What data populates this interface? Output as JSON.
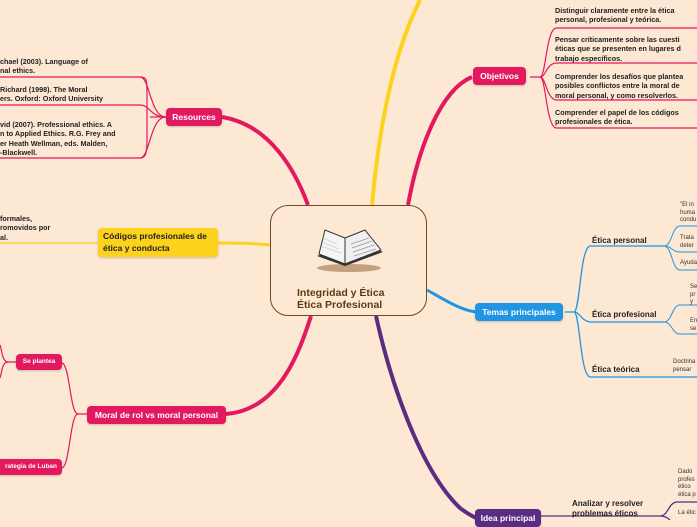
{
  "central": {
    "title_line1": "Integridad y Ética",
    "title_line2": "Ética Profesional",
    "icon": "open-book-icon"
  },
  "colors": {
    "background": "#fde8d3",
    "pink": "#e3195f",
    "blue": "#1f95e3",
    "purple": "#5a2d83",
    "yellow": "#fcd21c",
    "center_border": "#6e4a22"
  },
  "branches": {
    "resources": {
      "label": "Resources",
      "children": [
        {
          "line1": "chael (2003). Language of",
          "line2": "nal ethics."
        },
        {
          "line1": "Richard (1998). The Moral",
          "line2": "ers. Oxford: Oxford University"
        },
        {
          "line1": "vid (2007). Professional ethics. A",
          "line2": "n to Applied Ethics. R.G. Frey and",
          "line3": "er Heath Wellman, eds. Malden,",
          "line4": "-Blackwell."
        }
      ]
    },
    "codigos": {
      "label_line1": "Códigos profesionales de",
      "label_line2": "ética y conducta",
      "children": [
        {
          "line1": "formales,",
          "line2": "romovidos por",
          "line3": "al."
        }
      ]
    },
    "moral": {
      "label": "Moral de rol vs moral personal",
      "children": [
        {
          "label": "Se plantea"
        },
        {
          "label": "rategia de Luban"
        }
      ]
    },
    "objetivos": {
      "label": "Objetivos",
      "children": [
        {
          "line1": "Distinguir claramente entre la ética",
          "line2": "personal, profesional y teórica."
        },
        {
          "line1": "Pensar críticamente sobre las cuesti",
          "line2": "éticas que se presenten en lugares d",
          "line3": "trabajo específicos."
        },
        {
          "line1": "Comprender los desafíos que plantea",
          "line2": "posibles conflictos entre la moral de",
          "line3": "moral personal, y como resolverlos."
        },
        {
          "line1": "Comprender el papel de los códigos",
          "line2": "profesionales de ética."
        }
      ]
    },
    "temas": {
      "label": "Temas principales",
      "children": [
        {
          "label": "Ética personal",
          "children": [
            {
              "line1": "\"El in",
              "line2": "huma",
              "line3": "condu"
            },
            {
              "line1": "Trata",
              "line2": "deter"
            },
            {
              "line1": "Ayuda"
            }
          ]
        },
        {
          "label": "Ética profesional",
          "children": [
            {
              "line1": "Se",
              "line2": "pr",
              "line3": "y"
            },
            {
              "line1": "En",
              "line2": "se"
            }
          ]
        },
        {
          "label": "Ética teórica",
          "children": [
            {
              "line1": "Doctrina",
              "line2": "pensar"
            }
          ]
        }
      ]
    },
    "idea": {
      "label": "Idea principal",
      "children": [
        {
          "label_line1": "Analizar y resolver",
          "label_line2": "problemas éticos",
          "children": [
            {
              "line1": "Dado",
              "line2": "profes",
              "line3": "ético",
              "line4": "ética p"
            },
            {
              "line1": "La étic"
            }
          ]
        }
      ]
    }
  }
}
